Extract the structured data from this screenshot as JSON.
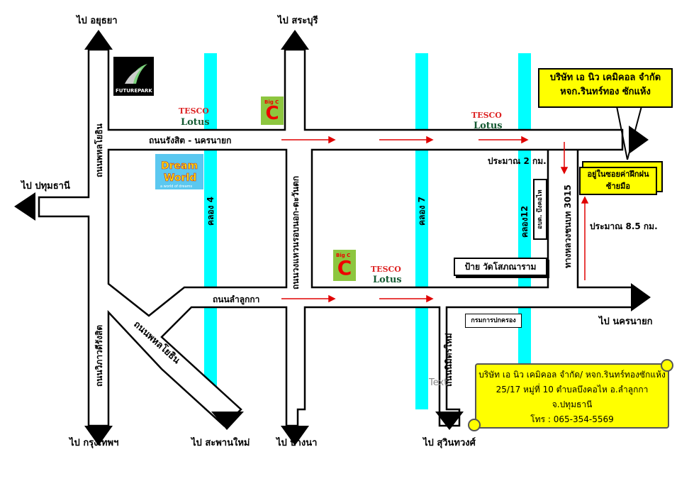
{
  "directions": {
    "ayutthaya": "ไป อยุธยา",
    "saraburi": "ไป สระบุรี",
    "pathumthani": "ไป ปทุมธานี",
    "bangkok": "ไป กรุงเทพฯ",
    "new_bridge": "ไป สะพานใหม่",
    "bangna": "ไป บางนา",
    "suwinthawong": "ไป สุวินทวงศ์",
    "nakhon_nayok": "ไป นครนายก"
  },
  "roads": {
    "rangsit_nakhonnayok": "ถนนรังสิต - นครนายก",
    "lam_luk_ka": "ถนนลำลูกกา",
    "phahonyothin": "ถนนพหลโยธิน",
    "phahonyothin_diag": "ถนนพหลโยธิน",
    "vibhavadi": "ถนนวิภาวดีรังสิต",
    "outer_ring": "ถนนวงแหวนรอบนอก-ตะวันตก",
    "nimit_mai": "ถนนนิมิตรใหม่",
    "highway_3015": "ทางหลวงชนบท 3015"
  },
  "canals": {
    "khlong4": "คลอง 4",
    "khlong7": "คลอง 7",
    "khlong12": "คลอง12"
  },
  "places": {
    "future_park": "FUTUREPARK",
    "tesco_top": "TESCO",
    "lotus_top": "Lotus",
    "tesco_right": "TESCO",
    "lotus_right": "Lotus",
    "tesco_bottom": "TESCO",
    "lotus_bottom": "Lotus",
    "bigc_top": "Big C",
    "bigc_bottom": "Big C",
    "dream_world_1": "Dream",
    "dream_world_2": "World",
    "dream_world_tag": "a world of dreams",
    "obt_bueng_kho_hai": "อบต. บึงคอไห",
    "wat_sign": "ป้าย วัดโสภณาราม",
    "dept_provincial": "กรมการปกครอง"
  },
  "distances": {
    "two_km": "ประมาณ 2 กม.",
    "eight_km": "ประมาณ 8.5 กม."
  },
  "company_callout": {
    "line1": "บริษัท เอ นิว เคมิคอล จำกัด",
    "line2": "หจก.รินทร์ทอง ซักแห้ง"
  },
  "soi_box": {
    "line1": "อยู่ในซอยค่าฝึกฝน",
    "line2": "ซ้ายมือ"
  },
  "address_scroll": {
    "line1": "บริษัท เอ นิว เคมิคอล จำกัด/ หจก.รินทร์ทองซักแห้ง",
    "line2": "25/17 หมู่ที่ 10 ตำบลบึงคอไห อ.ลำลูกกา จ.ปทุมธานี",
    "line3": "โทร : 065-354-5569"
  },
  "stray_text": "Text",
  "colors": {
    "canal": "#00ffff",
    "arrow": "#e00000",
    "callout": "#ffff00",
    "road_outline": "#000000"
  }
}
